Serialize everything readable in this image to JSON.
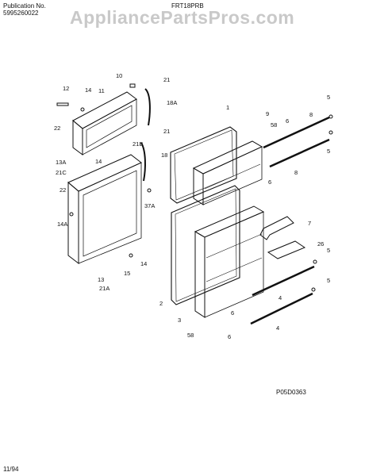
{
  "header": {
    "publication_label": "Publication No.",
    "publication_number": "5995260022",
    "model": "FRT18PRB"
  },
  "watermark": "AppliancePartsPros.com",
  "diagram_code": "P05D0363",
  "date": "11/94",
  "callouts": [
    "12",
    "14",
    "11",
    "10",
    "21",
    "18A",
    "22",
    "21",
    "21B",
    "18",
    "13A",
    "14",
    "21C",
    "22",
    "37A",
    "14A",
    "14",
    "15",
    "13",
    "21A",
    "1",
    "9",
    "58",
    "6",
    "8",
    "5",
    "5",
    "8",
    "6",
    "7",
    "26",
    "5",
    "5",
    "4",
    "6",
    "4",
    "6",
    "2",
    "3",
    "58"
  ]
}
